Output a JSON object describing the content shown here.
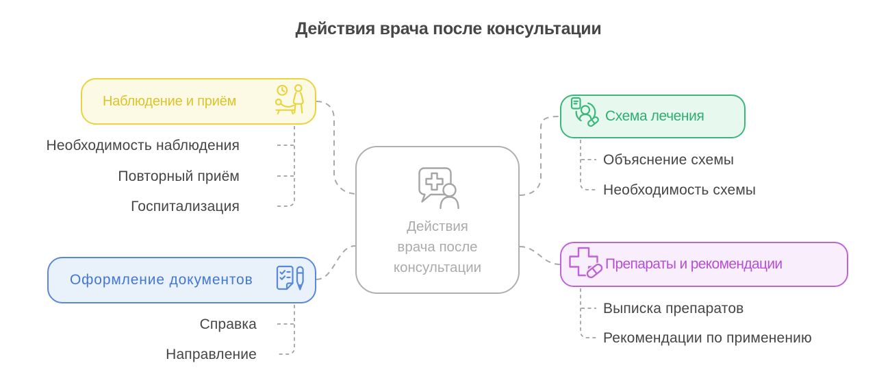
{
  "title": "Действия врача после консультации",
  "center": {
    "icon": "doctor-chat-icon",
    "lines": [
      "Действия",
      "врача после",
      "консультации"
    ]
  },
  "branches": {
    "observation": {
      "label": "Наблюдение и приём",
      "icon": "appointment-observation-icon",
      "items": [
        "Необходимость наблюдения",
        "Повторный приём",
        "Госпитализация"
      ],
      "colors": {
        "border": "#E7D43E",
        "bg": "#FCF9E4",
        "text": "#DCC32B"
      }
    },
    "documents": {
      "label": "Оформление документов",
      "icon": "document-pen-icon",
      "items": [
        "Справка",
        "Направление"
      ],
      "colors": {
        "border": "#5988D8",
        "bg": "#E9F1FB",
        "text": "#4377D2"
      }
    },
    "treatment": {
      "label": "Схема лечения",
      "icon": "treatment-plan-icon",
      "items": [
        "Объяснение схемы",
        "Необходимость схемы"
      ],
      "colors": {
        "border": "#3CB77B",
        "bg": "#E7F8EF",
        "text": "#2FAE72"
      }
    },
    "medications": {
      "label": "Препараты и рекомендации",
      "icon": "medication-cross-icon",
      "items": [
        "Выписка препаратов",
        "Рекомендации по применению"
      ],
      "colors": {
        "border": "#BE64D8",
        "bg": "#F9EFFC",
        "text": "#B54FD3"
      }
    }
  },
  "colors": {
    "connector": "#A8A8A8",
    "sub_connector": "#9E9E9E",
    "center_border": "#AFAFAF",
    "center_text": "#ABABAB",
    "item_text": "#454545",
    "title_text": "#474747"
  }
}
